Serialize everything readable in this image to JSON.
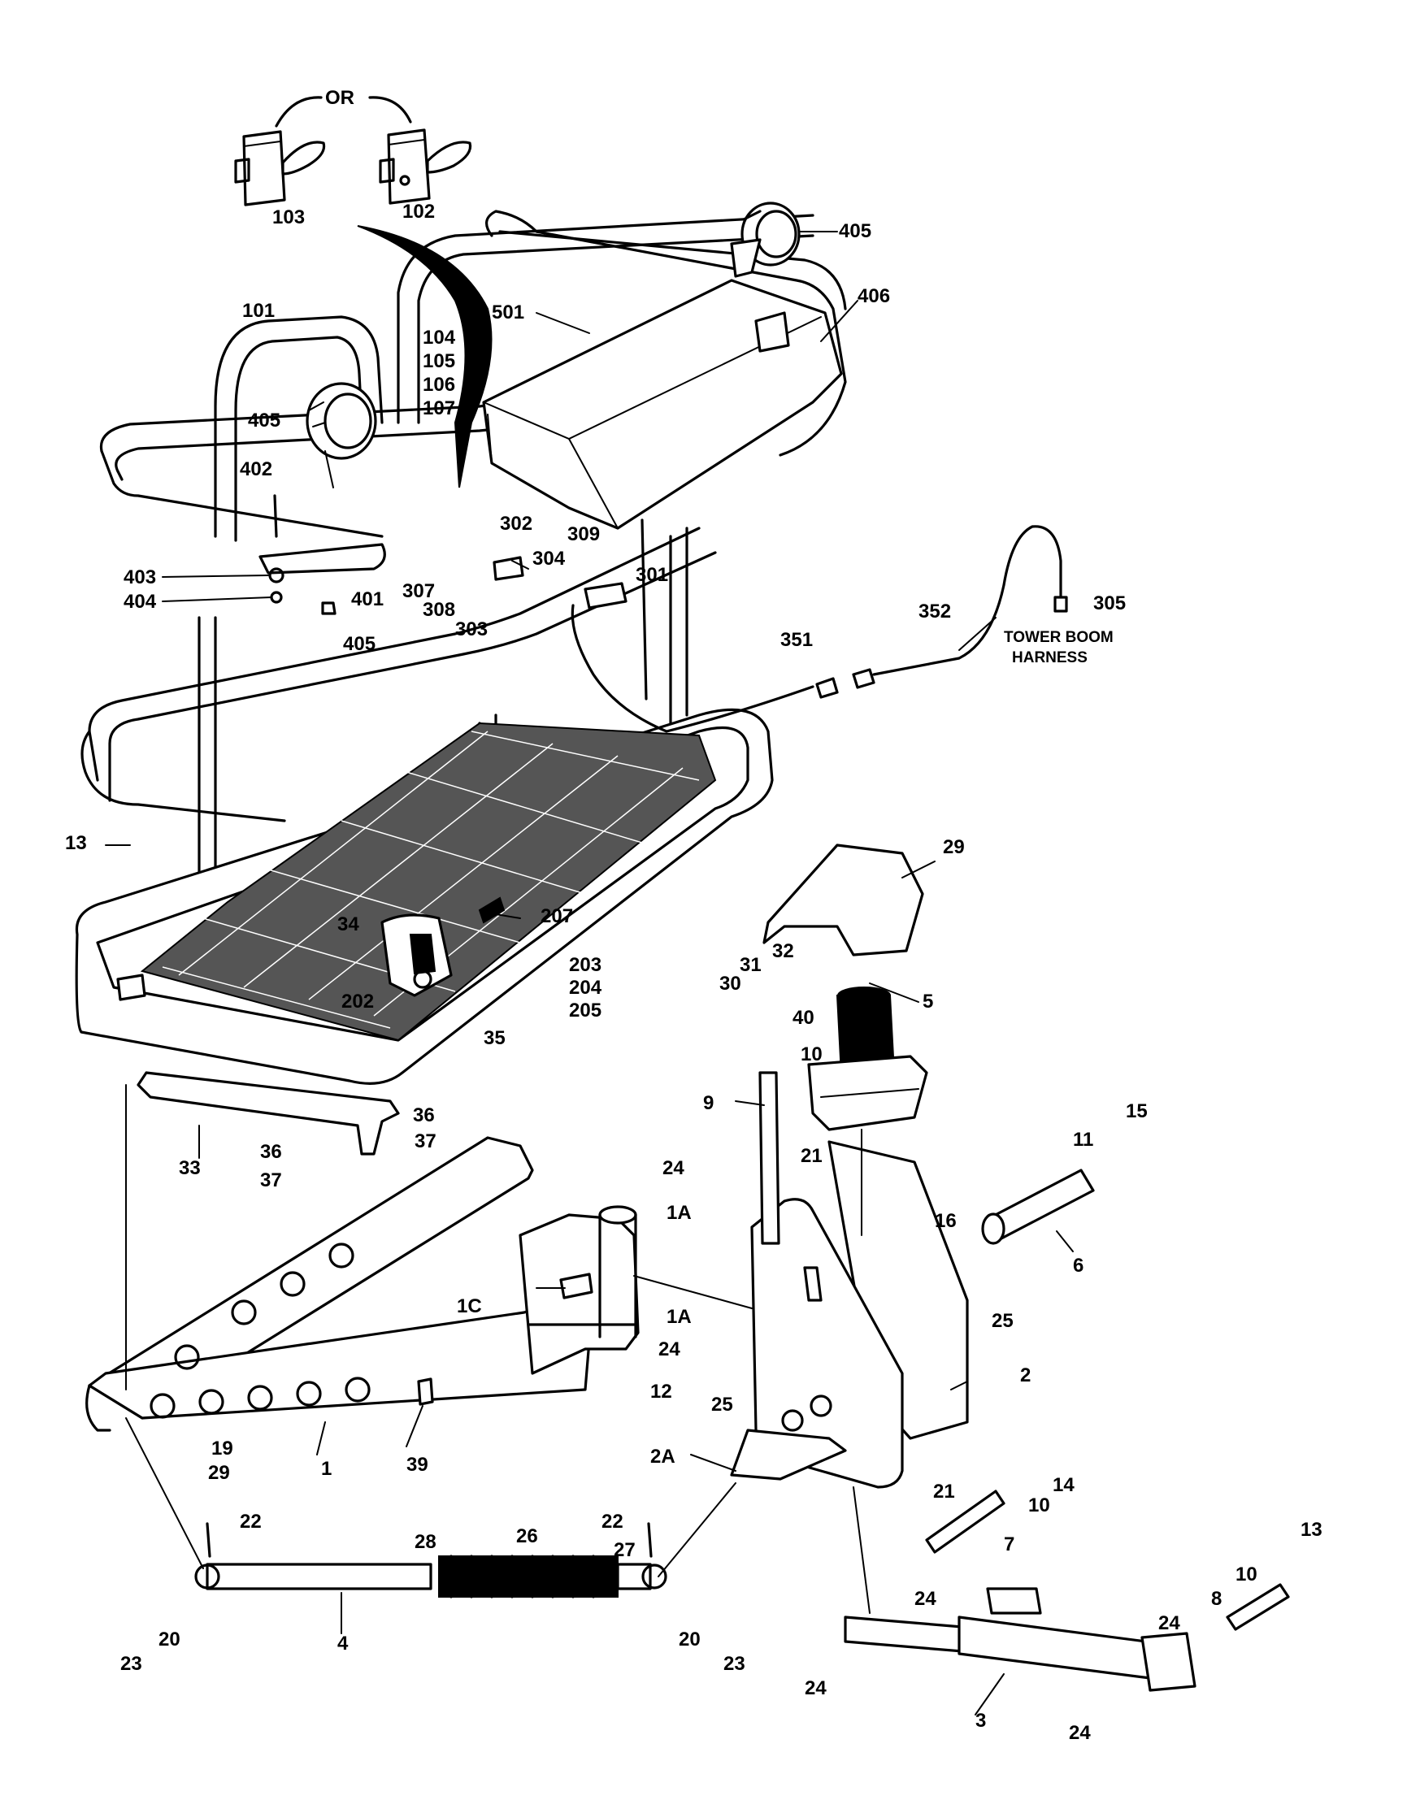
{
  "or_label": "OR",
  "tower_boom_harness": [
    "TOWER BOOM",
    "HARNESS"
  ],
  "part_numbers": [
    "1",
    "1A",
    "1A",
    "1C",
    "2",
    "2A",
    "3",
    "4",
    "5",
    "6",
    "7",
    "8",
    "9",
    "10",
    "10",
    "10",
    "11",
    "12",
    "13",
    "13",
    "14",
    "15",
    "16",
    "19",
    "20",
    "20",
    "21",
    "21",
    "22",
    "22",
    "23",
    "23",
    "24",
    "24",
    "24",
    "24",
    "24",
    "24",
    "25",
    "25",
    "26",
    "27",
    "28",
    "29",
    "29",
    "30",
    "31",
    "32",
    "33",
    "34",
    "35",
    "36",
    "36",
    "37",
    "37",
    "39",
    "40",
    "101",
    "102",
    "103",
    "104",
    "105",
    "106",
    "107",
    "202",
    "203",
    "204",
    "205",
    "207",
    "301",
    "302",
    "303",
    "304",
    "305",
    "307",
    "308",
    "309",
    "351",
    "352",
    "401",
    "402",
    "403",
    "404",
    "405",
    "405",
    "405",
    "406",
    "501"
  ]
}
